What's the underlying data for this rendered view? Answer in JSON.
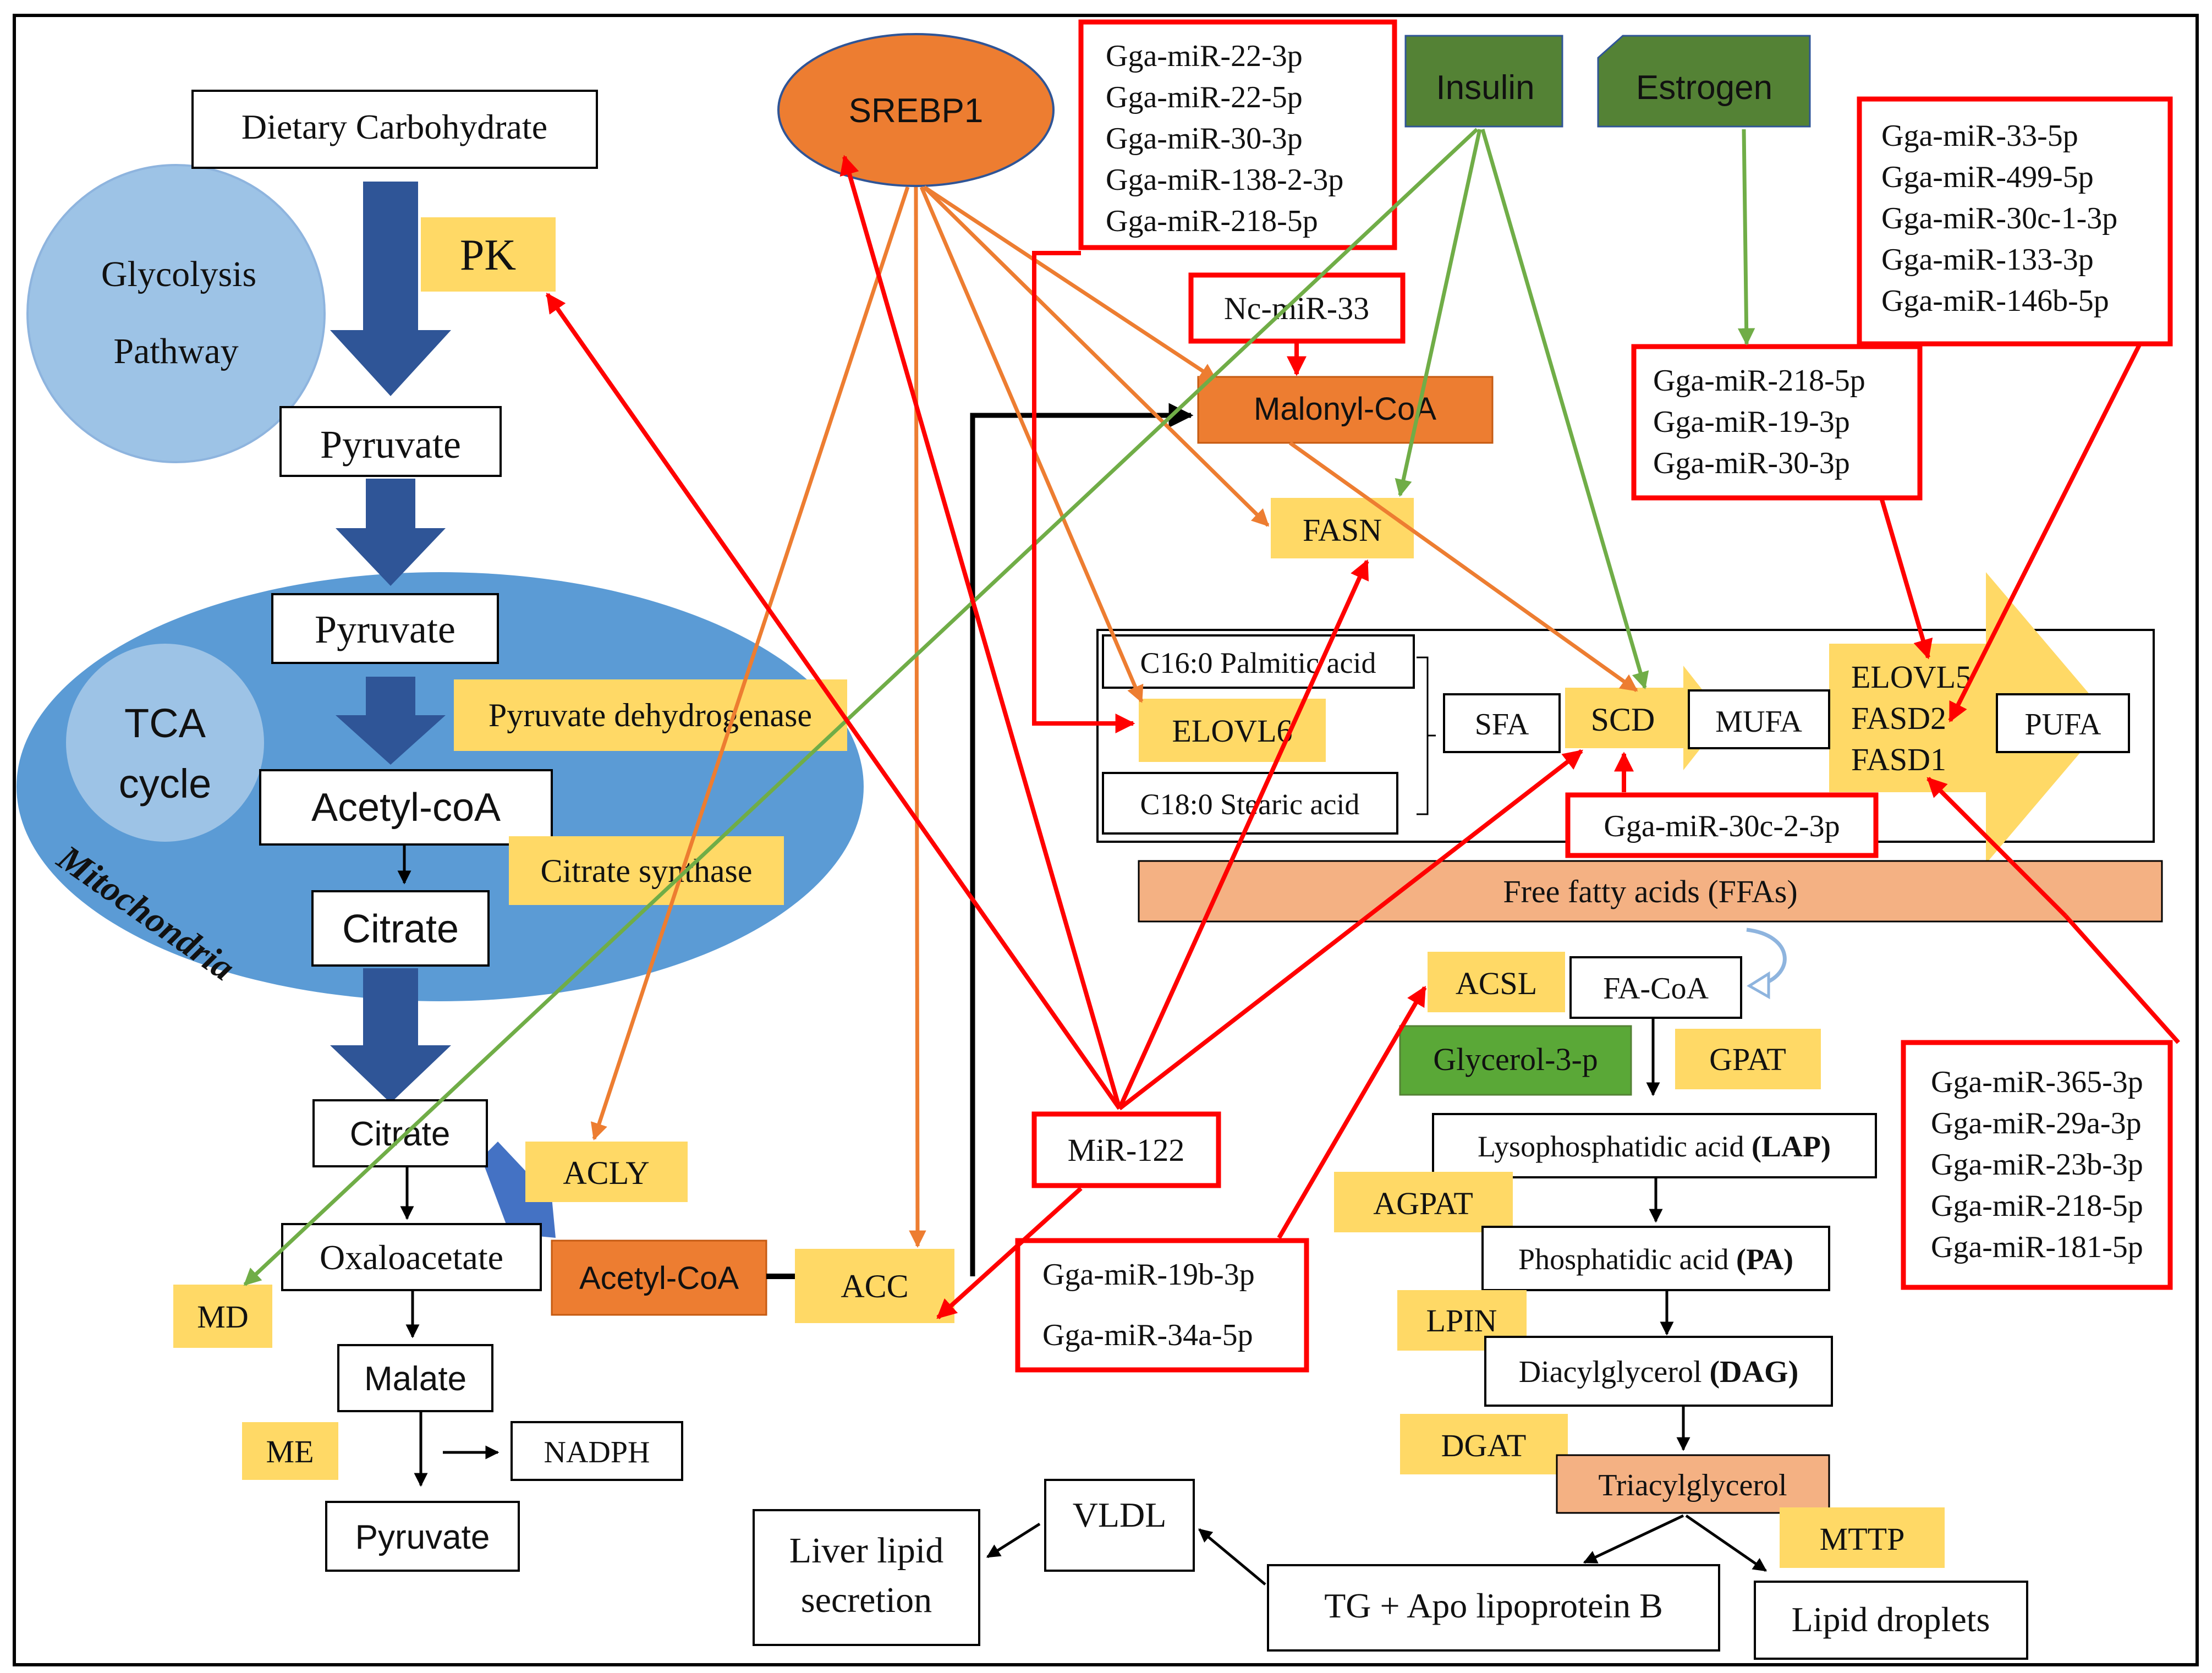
{
  "colors": {
    "red": "#ff0000",
    "orange_line": "#ed7d31",
    "green_line": "#70ad47",
    "enzyme_fill": "#ffd966",
    "orange_fill": "#ed7d31",
    "salmon_fill": "#f4b183",
    "dark_green": "#548235",
    "mid_green": "#5aa837",
    "blue_arrow": "#2f5597",
    "mito_fill": "#5b9bd5",
    "circle_fill": "#9dc3e6"
  },
  "labels": {
    "dietary_carbohydrate": "Dietary Carbohydrate",
    "glycolysis_1": "Glycolysis",
    "glycolysis_2": "Pathway",
    "pk": "PK",
    "pyruvate": "Pyruvate",
    "tca_1": "TCA",
    "tca_2": "cycle",
    "mitochondria": "Mitochondria",
    "acetyl_coa_mito": "Acetyl-coA",
    "citrate": "Citrate",
    "pyruvate_dehydrogenase": "Pyruvate dehydrogenase",
    "citrate_synthase": "Citrate synthase",
    "oxaloacetate": "Oxaloacetate",
    "malate": "Malate",
    "nadph": "NADPH",
    "md": "MD",
    "me": "ME",
    "acly": "ACLY",
    "acetyl_coa": "Acetyl-CoA",
    "acc": "ACC",
    "srebp1": "SREBP1",
    "insulin": "Insulin",
    "estrogen": "Estrogen",
    "nc_mir_33": "Nc-miR-33",
    "malonyl_coa": "Malonyl-CoA",
    "fasn": "FASN",
    "c16": "C16:0 Palmitic acid",
    "c18": "C18:0 Stearic acid",
    "elovl6": "ELOVL6",
    "sfa": "SFA",
    "scd": "SCD",
    "mufa": "MUFA",
    "elovl5": "ELOVL5",
    "fasd2": "FASD2",
    "fasd1": "FASD1",
    "pufa": "PUFA",
    "mir_30c_2": "Gga-miR-30c-2-3p",
    "ffa": "Free fatty acids (FFAs)",
    "mir_122": "MiR-122",
    "acsl": "ACSL",
    "fa_coa": "FA-CoA",
    "glycerol_3p": "Glycerol-3-p",
    "gpat": "GPAT",
    "lap_text": "Lysophosphatidic acid ",
    "lap_bold": "(LAP)",
    "agpat": "AGPAT",
    "pa_text": "Phosphatidic acid ",
    "pa_bold": "(PA)",
    "lpin": "LPIN",
    "dag_text": "Diacylglycerol ",
    "dag_bold": "(DAG)",
    "dgat": "DGAT",
    "triacylglycerol": "Triacylglycerol",
    "mttp": "MTTP",
    "tg_apo": "TG + Apo lipoprotein B",
    "lipid_droplets": "Lipid droplets",
    "vldl": "VLDL",
    "liver_1": "Liver lipid",
    "liver_2": "secretion"
  },
  "mirna_boxes": {
    "top": [
      "Gga-miR-22-3p",
      "Gga-miR-22-5p",
      "Gga-miR-30-3p",
      "Gga-miR-138-2-3p",
      "Gga-miR-218-5p"
    ],
    "estrogen": [
      "Gga-miR-218-5p",
      "Gga-miR-19-3p",
      "Gga-miR-30-3p"
    ],
    "right_top": [
      "Gga-miR-33-5p",
      "Gga-miR-499-5p",
      "Gga-miR-30c-1-3p",
      "Gga-miR-133-3p",
      "Gga-miR-146b-5p"
    ],
    "right_bottom": [
      "Gga-miR-365-3p",
      "Gga-miR-29a-3p",
      "Gga-miR-23b-3p",
      "Gga-miR-218-5p",
      "Gga-miR-181-5p"
    ],
    "acsl": [
      "Gga-miR-19b-3p",
      "Gga-miR-34a-5p"
    ]
  }
}
